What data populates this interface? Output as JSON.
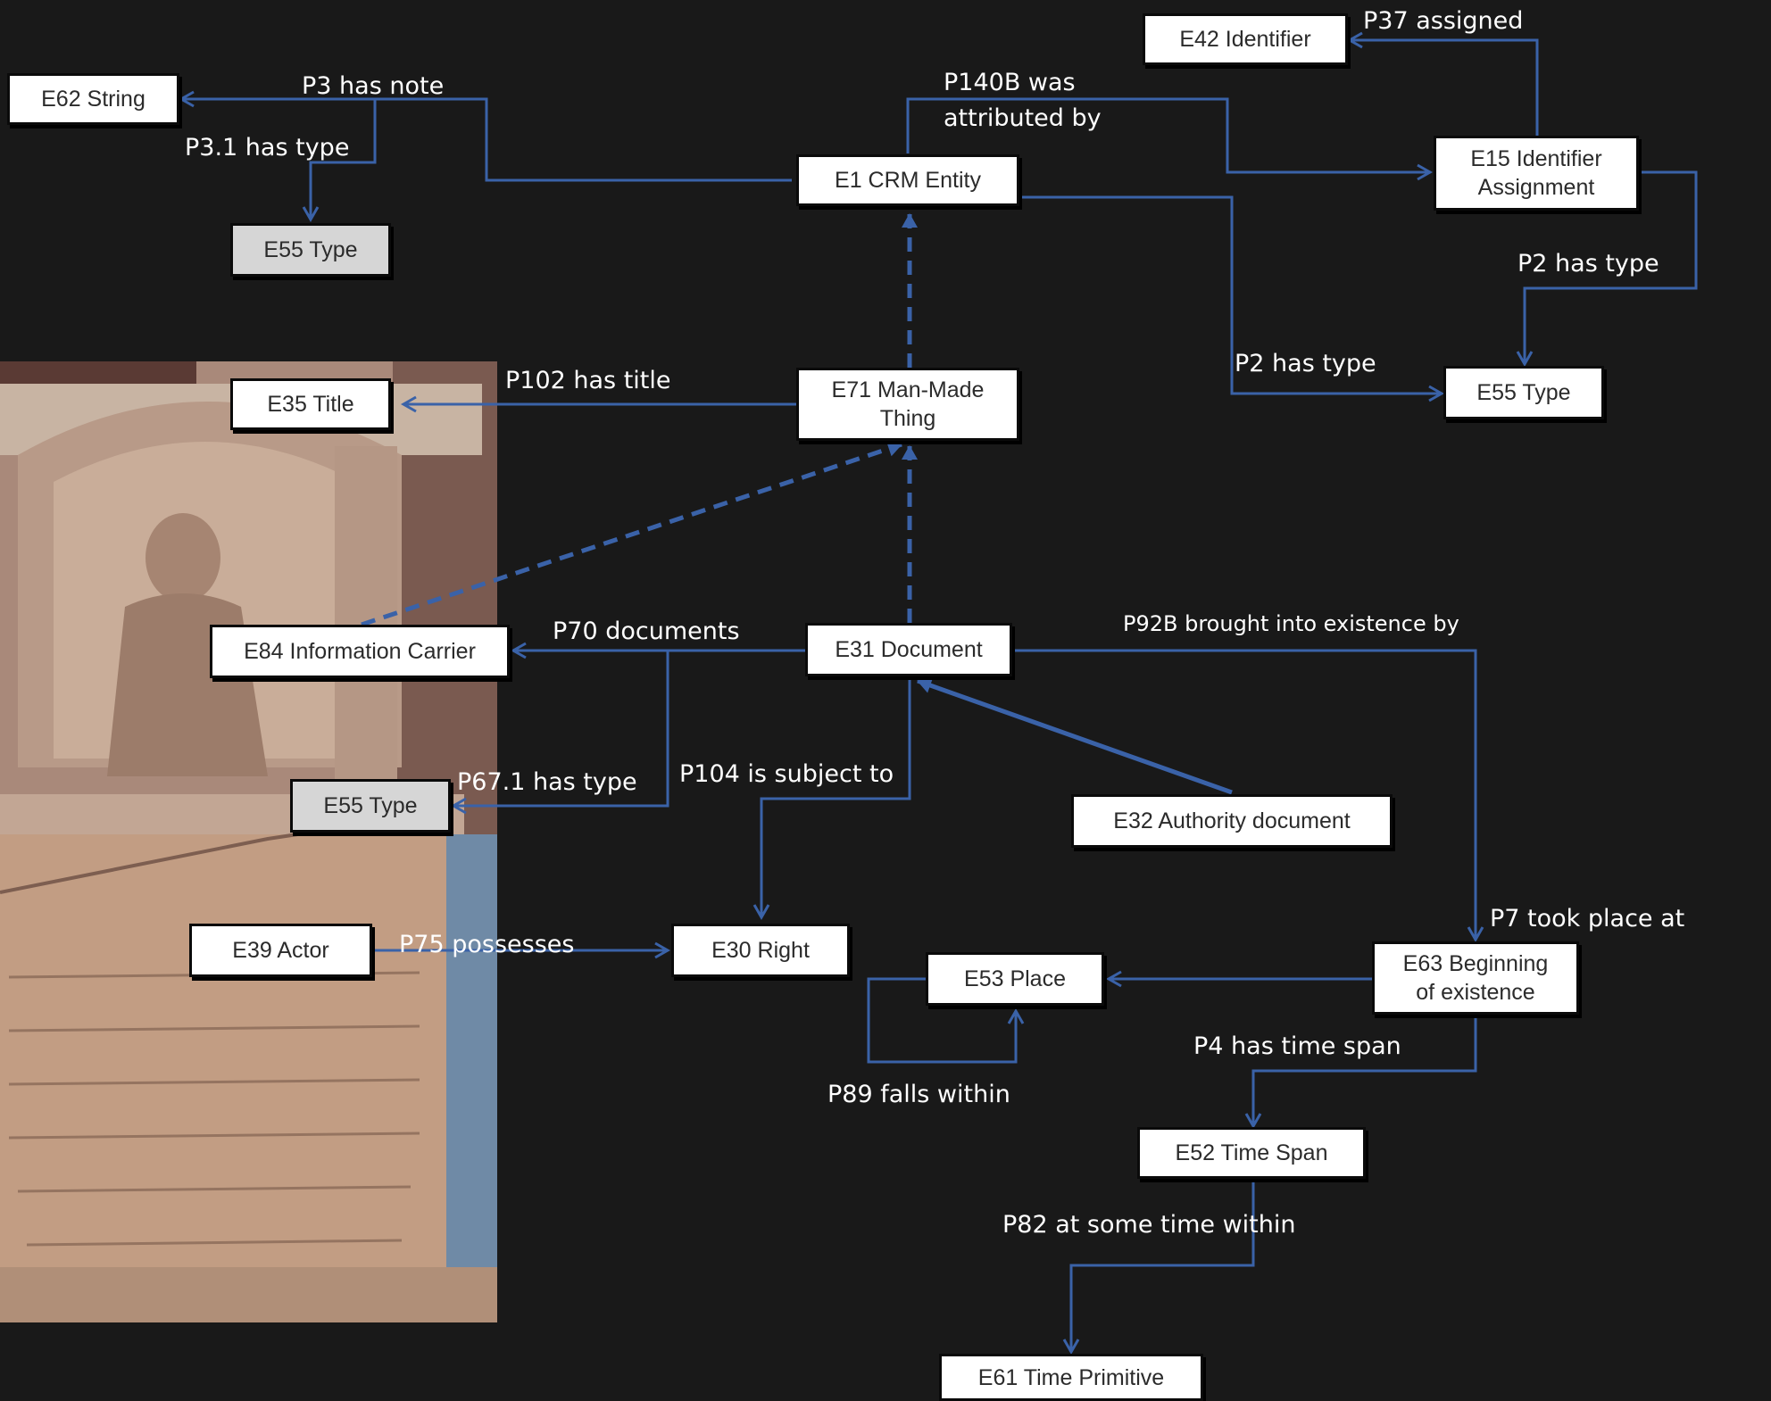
{
  "nodes": {
    "e62_string": "E62 String",
    "e55_type_note": "E55 Type",
    "e1_crm_entity": "E1 CRM Entity",
    "e42_identifier": "E42 Identifier",
    "e15_identifier_assignment": "E15 Identifier\nAssignment",
    "e55_type_top_right": "E55 Type",
    "e35_title": "E35 Title",
    "e71_man_made_thing": "E71 Man-Made\nThing",
    "e84_information_carrier": "E84 Information Carrier",
    "e31_document": "E31 Document",
    "e55_type_left": "E55 Type",
    "e32_authority_document": "E32 Authority document",
    "e39_actor": "E39 Actor",
    "e30_right": "E30 Right",
    "e53_place": "E53 Place",
    "e63_beginning_of_existence": "E63 Beginning\nof existence",
    "e52_time_span": "E52 Time Span",
    "e61_time_primitive": "E61 Time Primitive"
  },
  "edges": {
    "p3_has_note": "P3 has note",
    "p3_1_has_type": "P3.1 has type",
    "p140b_was_attributed_by": "P140B was\nattributed by",
    "p37_assigned": "P37 assigned",
    "p2_has_type_identifier": "P2 has type",
    "p2_has_type_entity": "P2 has type",
    "p102_has_title": "P102 has title",
    "p70_documents": "P70 documents",
    "p67_1_has_type": "P67.1 has type",
    "p104_is_subject_to": "P104 is subject to",
    "p92b_brought_into_existence_by": "P92B brought into existence by",
    "p7_took_place_at": "P7 took place at",
    "p75_possesses": "P75 possesses",
    "p4_has_time_span": "P4 has time span",
    "p89_falls_within": "P89 falls within",
    "p82_at_some_time_within": "P82 at some time within"
  },
  "colors": {
    "background": "#191919",
    "edge_line": "#3a62a8",
    "node_fill": "#ffffff",
    "node_fill_type": "#d6d6d6",
    "label_text": "#ffffff"
  }
}
